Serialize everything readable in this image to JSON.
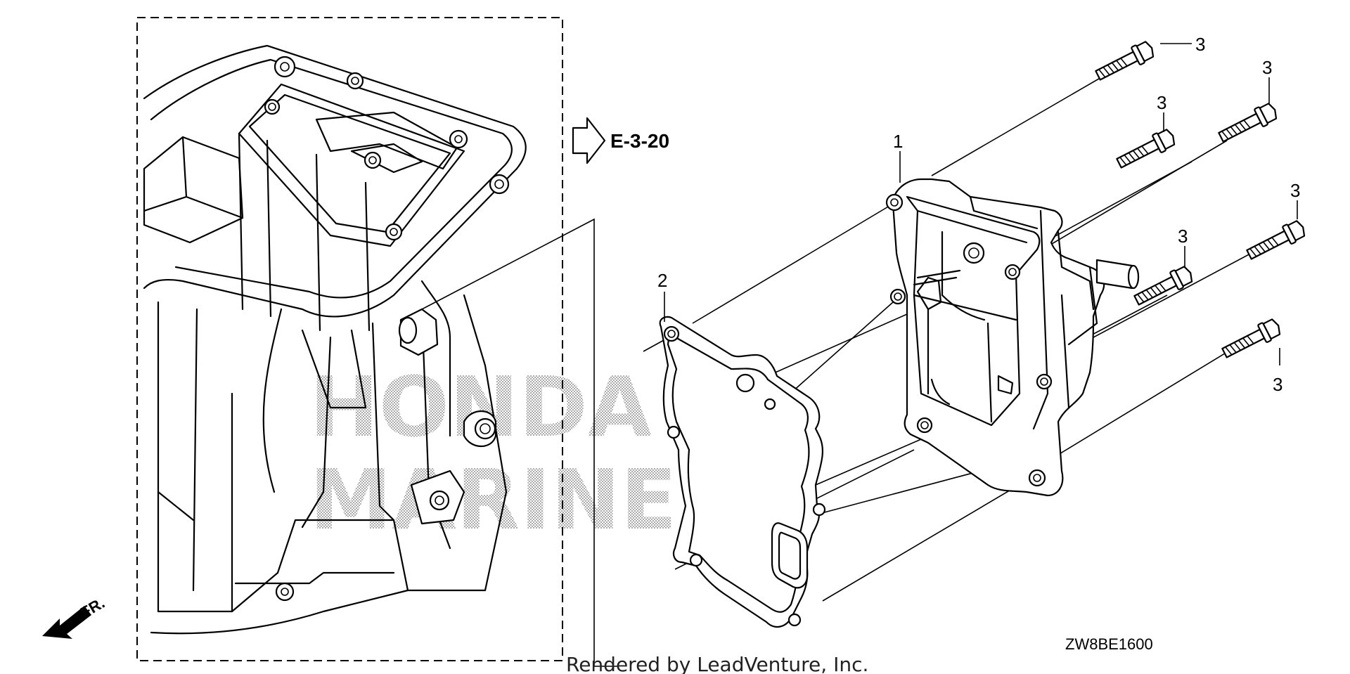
{
  "callouts": {
    "part_1": "1",
    "part_2": "2",
    "bolts": [
      "3",
      "3",
      "3",
      "3",
      "3",
      "3"
    ]
  },
  "reference": {
    "label": "E-3-20"
  },
  "front_indicator": {
    "label": "FR."
  },
  "diagram_code": "ZW8BE1600",
  "credit": "Rendered by LeadVenture, Inc.",
  "watermark": {
    "line1": "HONDA",
    "line2": "MARINE"
  }
}
